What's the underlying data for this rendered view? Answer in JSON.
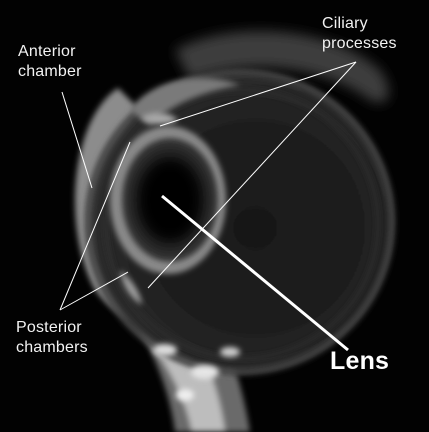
{
  "labels": {
    "anterior_chamber": "Anterior\nchamber",
    "ciliary_processes": "Ciliary\nprocesses",
    "posterior_chambers": "Posterior\nchambers",
    "lens": "Lens"
  },
  "colors": {
    "background": "#020202",
    "tissue_light": "#9a9a9a",
    "annotation_line": "#ffffff"
  }
}
